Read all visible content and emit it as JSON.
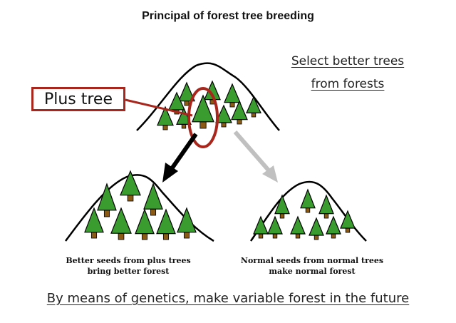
{
  "title": "Principal of forest tree breeding",
  "select_text": [
    "Select better trees",
    "from forests"
  ],
  "plus_tree_label": "Plus tree",
  "left_caption": [
    "Better seeds from plus trees",
    "bring better forest"
  ],
  "right_caption": [
    "Normal seeds from normal trees",
    "make normal forest"
  ],
  "bottom_text": "By means of genetics, make variable forest in the future",
  "colors": {
    "tree_green": "#3a9b2e",
    "trunk_brown": "#8b5a14",
    "highlight_red": "#a8261b",
    "arrow_black": "#000000",
    "arrow_gray": "#c0c0c0"
  },
  "icons": [
    "conifer-tree-icon",
    "mountain-outline",
    "arrow-down-left",
    "arrow-down-right"
  ]
}
